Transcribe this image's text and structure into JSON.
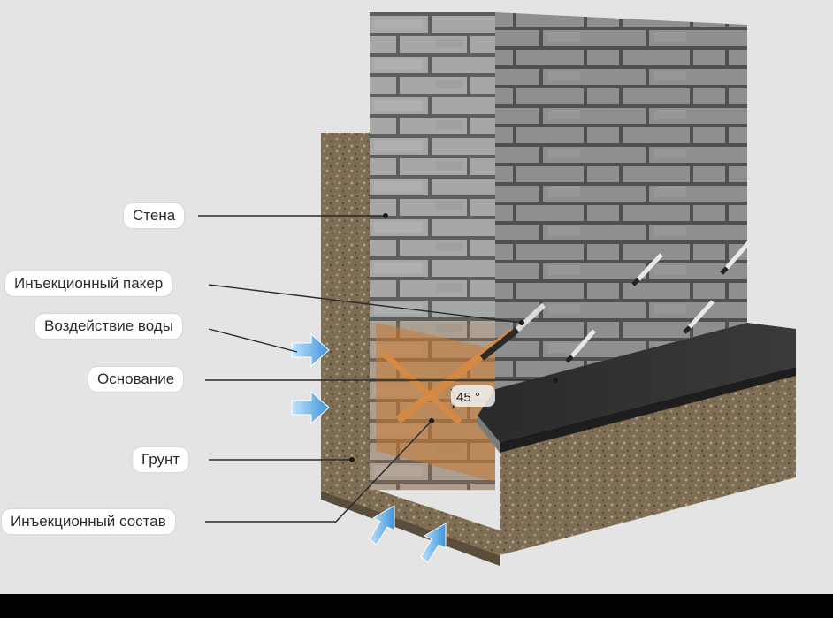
{
  "labels": {
    "wall": "Стена",
    "packer": "Инъекционный пакер",
    "water": "Воздействие воды",
    "base": "Основание",
    "soil": "Грунт",
    "compound": "Инъекционный состав"
  },
  "angle_label": "45 °",
  "colors": {
    "background": "#e4e4e4",
    "brick_front": "#a9a9a9",
    "brick_side": "#8c8c8c",
    "mortar": "#5e5e5e",
    "soil": "#7e6d55",
    "base_top": "#2e2e2e",
    "base_side": "#8f8f8f",
    "compound": "#c87a32",
    "arrow": "#4aa3e0"
  }
}
